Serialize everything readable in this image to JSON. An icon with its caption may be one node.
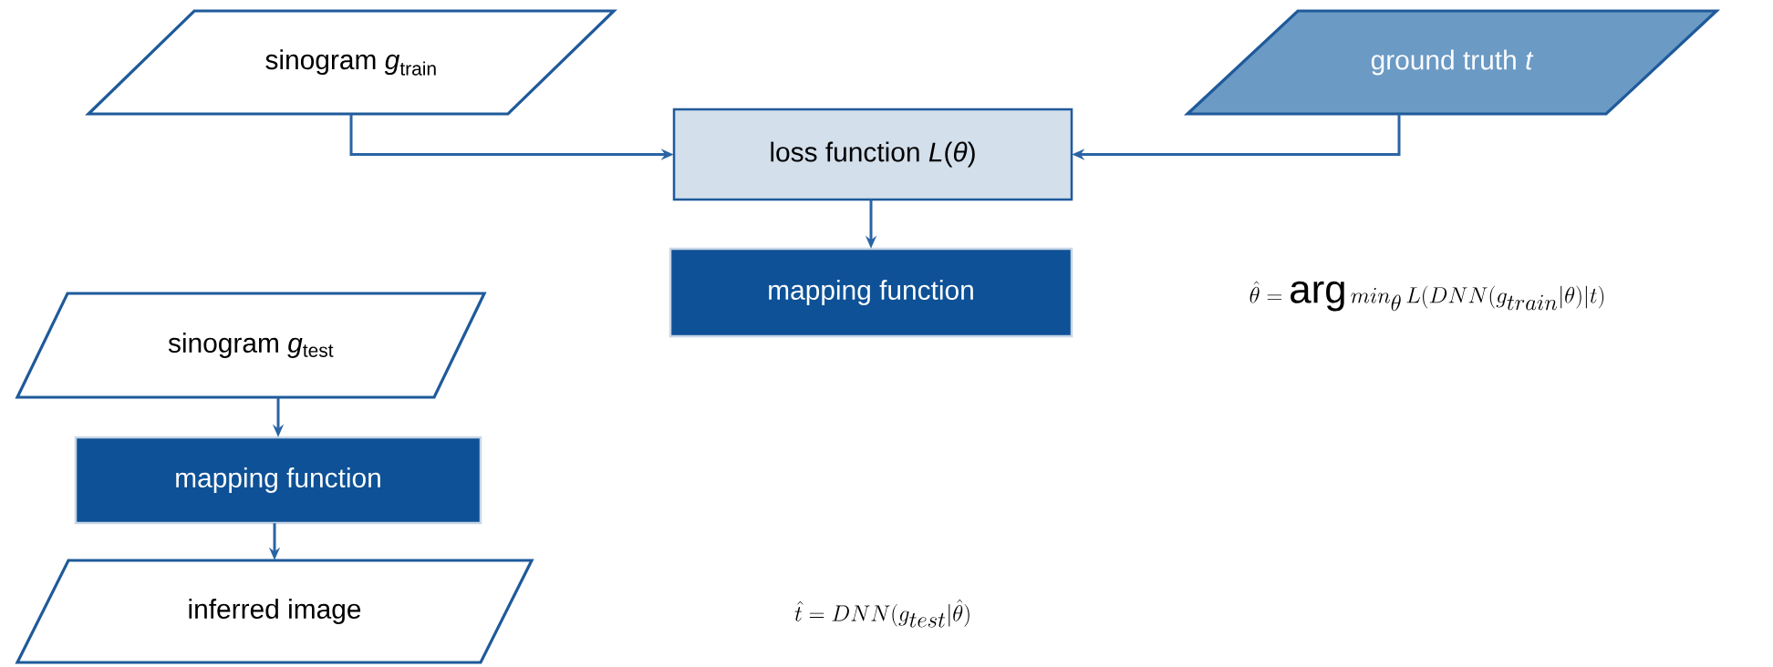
{
  "diagram": {
    "nodes": [
      {
        "text": [
          "sinogram *g*$_{train}$"
        ]
      },
      {
        "text": [
          "ground truth *t*"
        ]
      },
      {
        "text": [
          "loss function *L*(*θ*)"
        ]
      },
      {
        "text": [
          "mapping function"
        ]
      },
      {
        "text": [
          "sinogram *g*$_{test}$"
        ]
      },
      {
        "text": [
          "mapping function"
        ]
      },
      {
        "text": [
          "inferred image"
        ]
      }
    ],
    "labels": [
      "\\hat{\\theta} = \\arg min_{\\theta}\\, L(DNN(g_{train}|\\theta)|t)",
      "\\hat{t} = DNN(g_{test}|\\hat{\\theta})"
    ],
    "edges": [
      {
        "from": 0,
        "to": 2,
        "arrow": "to"
      },
      {
        "from": 1,
        "to": 2,
        "arrow": "to"
      },
      {
        "from": 2,
        "to": 3,
        "arrow": "to"
      },
      {
        "from": 4,
        "to": 5,
        "arrow": "to"
      },
      {
        "from": 5,
        "to": 6,
        "arrow": "to"
      }
    ]
  }
}
